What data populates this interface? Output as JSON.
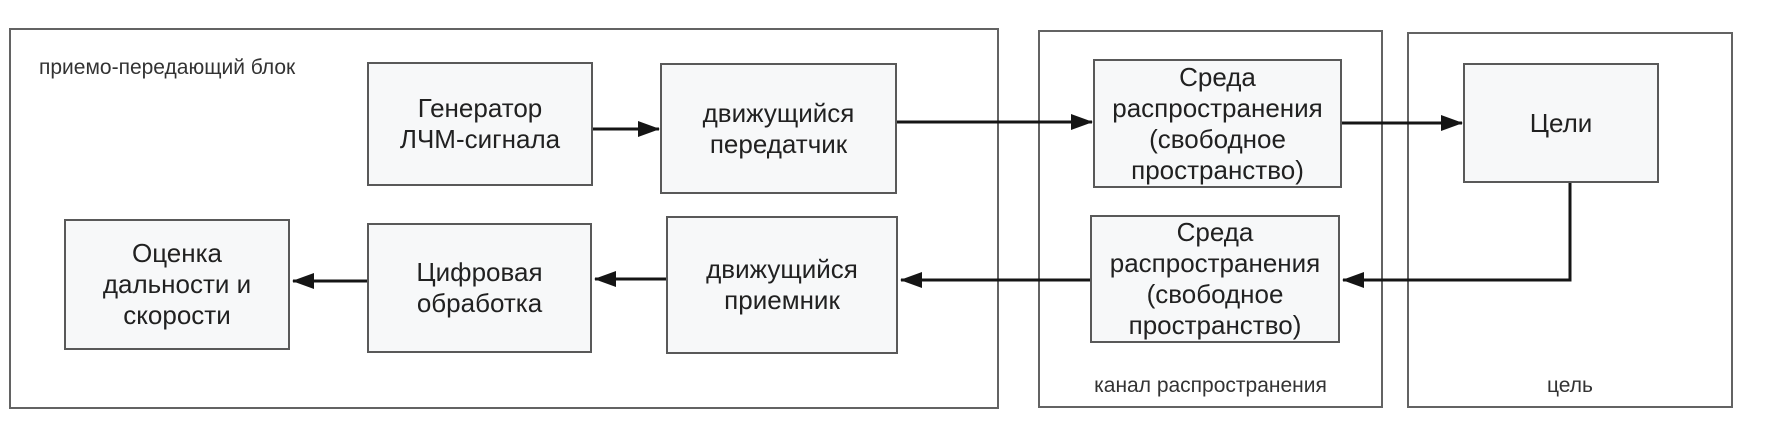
{
  "diagram": {
    "containers": [
      {
        "id": "transceiver-unit",
        "label": "приемо-передающий блок",
        "label_position": "top-left"
      },
      {
        "id": "propagation-channel",
        "label": "канал распространения",
        "label_position": "bottom-center"
      },
      {
        "id": "target-group",
        "label": "цель",
        "label_position": "bottom-center"
      }
    ],
    "nodes": [
      {
        "id": "lfm-generator",
        "container": "transceiver-unit",
        "label": "Генератор ЛЧМ-сигнала",
        "lines": [
          "Генератор",
          "ЛЧМ-сигнала"
        ]
      },
      {
        "id": "moving-transmitter",
        "container": "transceiver-unit",
        "label": "движущийся передатчик",
        "lines": [
          "движущийся",
          "передатчик"
        ]
      },
      {
        "id": "propagation-medium-forward",
        "container": "propagation-channel",
        "label": "Среда распространения (свободное пространство)",
        "lines": [
          "Среда",
          "распространения",
          "(свободное",
          "пространство)"
        ]
      },
      {
        "id": "targets",
        "container": "target-group",
        "label": "Цели",
        "lines": [
          "Цели"
        ]
      },
      {
        "id": "range-speed-estimation",
        "container": "transceiver-unit",
        "label": "Оценка дальности и скорости",
        "lines": [
          "Оценка",
          "дальности и",
          "скорости"
        ]
      },
      {
        "id": "digital-processing",
        "container": "transceiver-unit",
        "label": "Цифровая обработка",
        "lines": [
          "Цифровая",
          "обработка"
        ]
      },
      {
        "id": "moving-receiver",
        "container": "transceiver-unit",
        "label": "движущийся приемник",
        "lines": [
          "движущийся",
          "приемник"
        ]
      },
      {
        "id": "propagation-medium-return",
        "container": "propagation-channel",
        "label": "Среда распространения (свободное пространство)",
        "lines": [
          "Среда",
          "распространения",
          "(свободное",
          "пространство)"
        ]
      }
    ],
    "connections": [
      {
        "from": "lfm-generator",
        "to": "moving-transmitter"
      },
      {
        "from": "moving-transmitter",
        "to": "propagation-medium-forward"
      },
      {
        "from": "propagation-medium-forward",
        "to": "targets"
      },
      {
        "from": "targets",
        "to": "propagation-medium-return"
      },
      {
        "from": "propagation-medium-return",
        "to": "moving-receiver"
      },
      {
        "from": "moving-receiver",
        "to": "digital-processing"
      },
      {
        "from": "digital-processing",
        "to": "range-speed-estimation"
      }
    ],
    "colors": {
      "node_fill": "#f7f8f9",
      "node_border": "#595959",
      "container_border": "#636363",
      "arrow": "#151515",
      "text": "#212121",
      "label_text": "#333333",
      "background": "#ffffff"
    }
  }
}
